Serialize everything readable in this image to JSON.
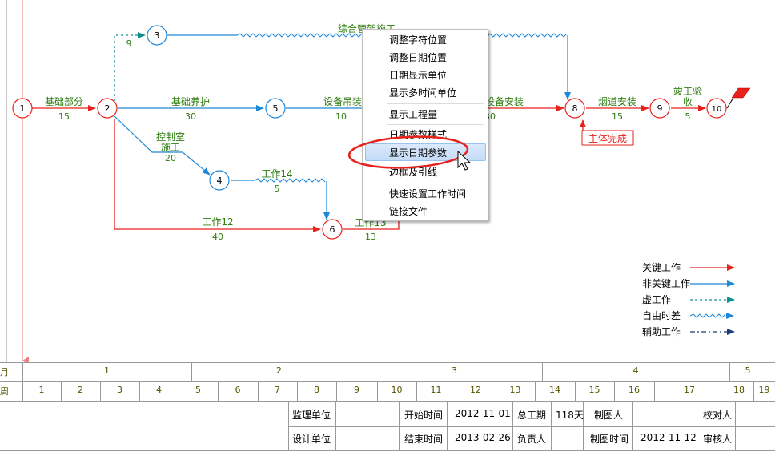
{
  "network": {
    "nodes": [
      "1",
      "2",
      "3",
      "4",
      "5",
      "6",
      "8",
      "9",
      "10"
    ],
    "activities": {
      "a12": {
        "name": "基础部分",
        "duration": "15"
      },
      "a23": {
        "name": "",
        "duration": "9"
      },
      "a25": {
        "name": "基础养护",
        "duration": "30"
      },
      "a24": {
        "name": "控制室\n施工",
        "name_line1": "控制室",
        "name_line2": "施工",
        "duration": "20"
      },
      "a26": {
        "name": "工作12",
        "duration": "40"
      },
      "a46": {
        "name": "工作14",
        "duration": "5"
      },
      "a56": {
        "name": "设备吊装",
        "duration": "10"
      },
      "a38": {
        "name": "综合管架施工",
        "duration": ""
      },
      "a68": {
        "name": "工作13",
        "duration": "13"
      },
      "a78": {
        "name": "设备安装",
        "duration": "30"
      },
      "a89": {
        "name": "烟道安装",
        "duration": "15"
      },
      "a910": {
        "name_line1": "竣工验",
        "name_line2": "收",
        "duration": "5"
      }
    },
    "milestone": "主体完成"
  },
  "legend": [
    {
      "label": "关键工作",
      "color": "#e8211c",
      "style": "solid"
    },
    {
      "label": "非关键工作",
      "color": "#1e88d8",
      "style": "solid"
    },
    {
      "label": "虚工作",
      "color": "#0f8e8e",
      "style": "dashed"
    },
    {
      "label": "自由时差",
      "color": "#1e88d8",
      "style": "wavy"
    },
    {
      "label": "辅助工作",
      "color": "#1a3a7a",
      "style": "dashdot"
    }
  ],
  "timeline": {
    "month_label": "月",
    "week_label": "周",
    "months": [
      "1",
      "2",
      "3",
      "4",
      "5"
    ],
    "weeks": [
      "1",
      "2",
      "3",
      "4",
      "5",
      "6",
      "7",
      "8",
      "9",
      "10",
      "11",
      "12",
      "13",
      "14",
      "15",
      "16",
      "17",
      "18",
      "19"
    ]
  },
  "footer": {
    "supervisor_label": "监理单位",
    "design_label": "设计单位",
    "start_label": "开始时间",
    "start_value": "2012-11-01",
    "end_label": "结束时间",
    "end_value": "2013-02-26",
    "total_label": "总工期",
    "total_value": "118天",
    "owner_label": "负责人",
    "drawer_label": "制图人",
    "draw_time_label": "制图时间",
    "draw_time_value": "2012-11-12",
    "checker_label": "校对人",
    "reviewer_label": "审核人"
  },
  "context_menu": {
    "items": [
      "调整字符位置",
      "调整日期位置",
      "日期显示单位",
      "显示多时间单位",
      "显示工程量",
      "日期参数样式",
      "显示日期参数",
      "边框及引线",
      "快速设置工作时间",
      "链接文件"
    ],
    "highlighted": "显示日期参数"
  },
  "colors": {
    "critical": "#e8211c",
    "noncritical": "#1e88d8",
    "label_green": "#2e7d10",
    "axis_olive": "#555500"
  }
}
